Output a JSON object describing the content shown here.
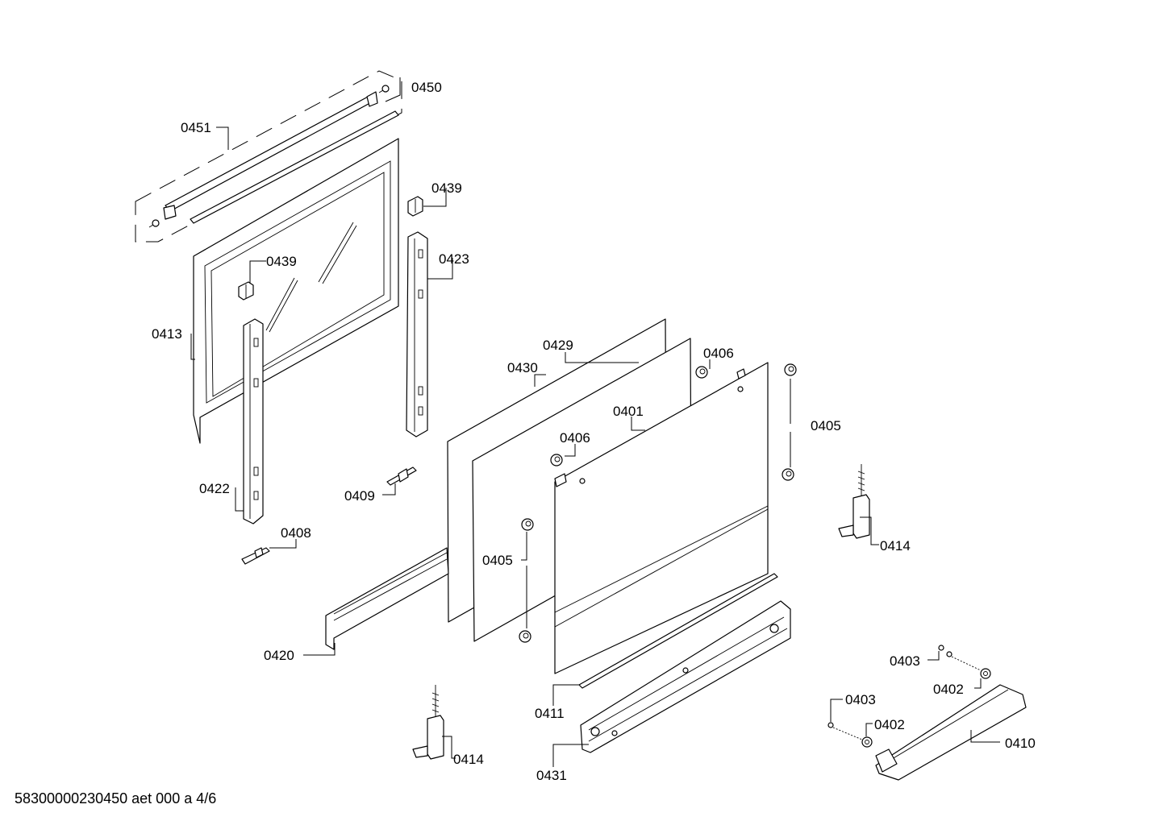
{
  "document": {
    "footer_code": "58300000230450 aet 000 a 4/6"
  },
  "callouts": [
    {
      "id": "c0450",
      "label": "0450"
    },
    {
      "id": "c0451",
      "label": "0451"
    },
    {
      "id": "c0439a",
      "label": "0439"
    },
    {
      "id": "c0439b",
      "label": "0439"
    },
    {
      "id": "c0423",
      "label": "0423"
    },
    {
      "id": "c0413",
      "label": "0413"
    },
    {
      "id": "c0429",
      "label": "0429"
    },
    {
      "id": "c0430",
      "label": "0430"
    },
    {
      "id": "c0406a",
      "label": "0406"
    },
    {
      "id": "c0406b",
      "label": "0406"
    },
    {
      "id": "c0401",
      "label": "0401"
    },
    {
      "id": "c0405a",
      "label": "0405"
    },
    {
      "id": "c0405b",
      "label": "0405"
    },
    {
      "id": "c0422",
      "label": "0422"
    },
    {
      "id": "c0409",
      "label": "0409"
    },
    {
      "id": "c0408",
      "label": "0408"
    },
    {
      "id": "c0414a",
      "label": "0414"
    },
    {
      "id": "c0414b",
      "label": "0414"
    },
    {
      "id": "c0420",
      "label": "0420"
    },
    {
      "id": "c0403a",
      "label": "0403"
    },
    {
      "id": "c0403b",
      "label": "0403"
    },
    {
      "id": "c0402a",
      "label": "0402"
    },
    {
      "id": "c0402b",
      "label": "0402"
    },
    {
      "id": "c0411",
      "label": "0411"
    },
    {
      "id": "c0410",
      "label": "0410"
    },
    {
      "id": "c0431",
      "label": "0431"
    }
  ]
}
